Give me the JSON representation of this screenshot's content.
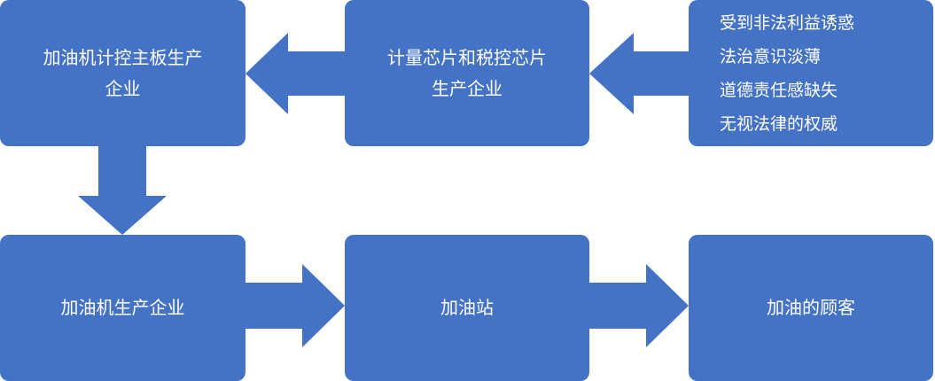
{
  "colors": {
    "box_fill": "#4472C4",
    "arrow_fill": "#4472C4",
    "text": "#FFFFFF"
  },
  "nodes": {
    "controller_maker": {
      "lines": [
        "加油机计控主板生产",
        "企业"
      ]
    },
    "chip_maker": {
      "lines": [
        "计量芯片和税控芯片",
        "生产企业"
      ]
    },
    "causes": {
      "items": [
        "受到非法利益诱惑",
        "法治意识淡薄",
        "道德责任感缺失",
        "无视法律的权威"
      ]
    },
    "dispenser_maker": {
      "label": "加油机生产企业"
    },
    "gas_station": {
      "label": "加油站"
    },
    "customer": {
      "label": "加油的顾客"
    }
  },
  "edges": [
    {
      "from": "causes",
      "to": "chip_maker"
    },
    {
      "from": "chip_maker",
      "to": "controller_maker"
    },
    {
      "from": "controller_maker",
      "to": "dispenser_maker"
    },
    {
      "from": "dispenser_maker",
      "to": "gas_station"
    },
    {
      "from": "gas_station",
      "to": "customer"
    }
  ]
}
